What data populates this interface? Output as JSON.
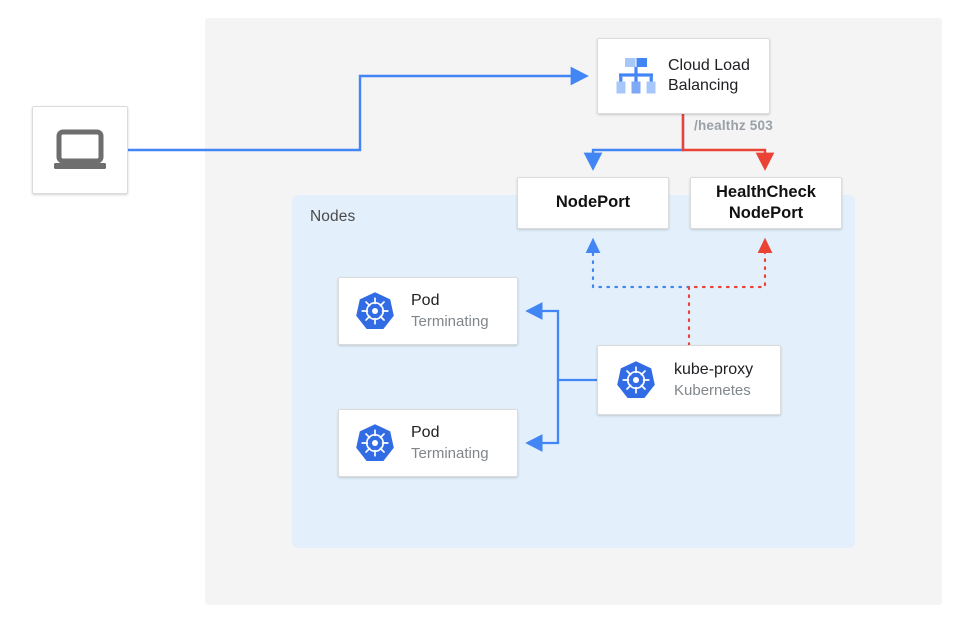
{
  "diagram": {
    "title": "Kubernetes NodePort health check draining diagram",
    "colors": {
      "blue": "#4285f4",
      "red": "#ea4335",
      "panel_gray": "#f4f4f4",
      "nodes_blue": "#e3f0fc",
      "card_white": "#ffffff",
      "text_dark": "#202124",
      "text_muted": "#80868b",
      "label_gray": "#9aa0a6",
      "icon_gray": "#6e6e6e"
    }
  },
  "regions": {
    "outer_panel": {
      "name": "cloud-region"
    },
    "nodes": {
      "label": "Nodes"
    }
  },
  "nodes_boxes": {
    "client": {
      "icon": "laptop-icon"
    },
    "load_balancer": {
      "icon": "cloud-load-balancing-icon",
      "title": "Cloud Load",
      "subtitle": "Balancing"
    },
    "nodeport": {
      "label": "NodePort"
    },
    "healthcheck_nodeport": {
      "label_line1": "HealthCheck",
      "label_line2": "NodePort"
    },
    "pod_1": {
      "icon": "kubernetes-icon",
      "title": "Pod",
      "subtitle": "Terminating"
    },
    "pod_2": {
      "icon": "kubernetes-icon",
      "title": "Pod",
      "subtitle": "Terminating"
    },
    "kube_proxy": {
      "icon": "kubernetes-icon",
      "title": "kube-proxy",
      "subtitle": "Kubernetes"
    }
  },
  "edges": {
    "healthz": {
      "label": "/healthz 503",
      "color": "#ea4335"
    },
    "client_to_lb": {
      "color": "#4285f4",
      "style": "solid"
    },
    "lb_to_nodeport": {
      "color": "#4285f4",
      "style": "solid"
    },
    "lb_to_healthcheck": {
      "color": "#ea4335",
      "style": "solid"
    },
    "kubeproxy_to_nodeport": {
      "color": "#4285f4",
      "style": "dotted"
    },
    "kubeproxy_to_healthcheck": {
      "color": "#ea4335",
      "style": "dotted"
    },
    "kubeproxy_to_pods": {
      "color": "#4285f4",
      "style": "solid"
    }
  }
}
